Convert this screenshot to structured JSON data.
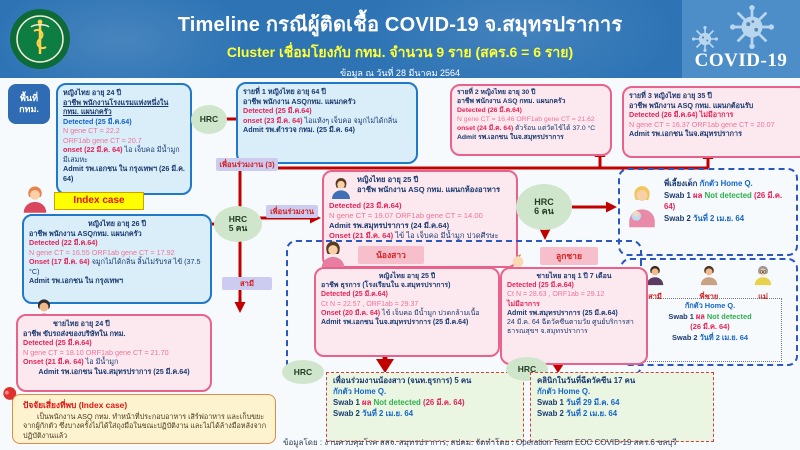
{
  "header": {
    "title": "Timeline กรณีผู้ติดเชื้อ COVID-19 จ.สมุทรปราการ",
    "subtitle": "Cluster เชื่อมโยงกับ กทม. จำนวน 9 ราย (สคร.6 = 6 ราย)",
    "dateline": "ข้อมูล ณ วันที่ 28 มีนาคม 2564",
    "covid_label": "COVID-19"
  },
  "area_badge": {
    "text": "พื้นที่ กทม."
  },
  "labels": {
    "index_case": "Index case",
    "coworkers_3": "เพื่อนร่วมงาน (3)",
    "coworkers": "เพื่อนร่วมงาน",
    "husband": "สามี",
    "sister": "น้องสาว",
    "son": "ลูกชาย",
    "hrc": "HRC",
    "hrc5": "5 คน",
    "hrc6": "6 คน"
  },
  "cases": {
    "hotel_worker": {
      "title": "หญิงไทย อายุ 24 ปี",
      "occupation": "อาชีพ พนักงานโรงแรมแห่งหนึ่งใน กทม. แผนกครัว",
      "detected": "Detected (25 มี.ค.64)",
      "ct1": "N gene CT = 22.2",
      "ct2": "ORF1ab gene CT = 20.7",
      "onset": "onset (22 มี.ค. 64)",
      "symptoms": "ไอ เจ็บคอ มีน้ำมูก มีเสมหะ",
      "admit": "Admit รพ.เอกชน ใน กรุงเทพฯ (26 มี.ค. 64)"
    },
    "case1": {
      "title": "รายที่ 1 หญิงไทย อายุ 64 ปี",
      "occupation": "อาชีพ พนักงาน ASQกทม. แผนกครัว",
      "detected": "Detected (25 มี.ค.64)",
      "onset": "onset (23 มี.ค. 64)",
      "symptoms": "ไอแห้งๆ เจ็บคอ จมูกไม่ได้กลิ่น",
      "admit": "Admit รพ.ตำรวจ กทม. (25 มี.ค. 64)"
    },
    "case2": {
      "title": "รายที่ 2 หญิงไทย อายุ 30 ปี",
      "occupation": "อาชีพ พนักงาน ASQ กทม. แผนกครัว",
      "detected": "Detected (26 มี.ค.64)",
      "ct": "N gene CT = 16.46  ORF1ab gene CT = 21.62",
      "onset": "onset (24 มี.ค. 64)",
      "symptoms": "ตัวร้อน แต่วัดไข้ได้ 37.0 °C",
      "admit": "Admit รพ.เอกชน ในจ.สมุทรปราการ"
    },
    "case3": {
      "title": "รายที่ 3 หญิงไทย อายุ 35 ปี",
      "occupation": "อาชีพ พนักงาน ASQ กทม. แผนกต้อนรับ",
      "detected": "Detected (26 มี.ค.64)",
      "no_symptom": "ไม่มีอาการ",
      "ct": "N gene CT = 16.37  ORF1ab gene CT = 20.07",
      "admit": "Admit รพ.เอกชน ในจ.สมุทรปราการ"
    },
    "restaurant_worker": {
      "title": "หญิงไทย อายุ 25 ปี",
      "occupation": "อาชีพ พนักงาน ASQ กทม. แผนกห้องอาหาร",
      "detected": "Detected (23 มี.ค.64)",
      "ct": "N gene CT = 19.07  ORF1ab gene CT = 14.00",
      "admit": "Admit รพ.สมุทรปราการ (24 มี.ค.64)",
      "onset": "Onset (21 มี.ค. 64)",
      "symptoms": "ไข้ ไอ เจ็บคอ มีน้ำมูก ปวดศีรษะ"
    },
    "index": {
      "title": "หญิงไทย อายุ 26 ปี",
      "occupation": "อาชีพ พนักงาน ASQกทม. แผนกครัว",
      "detected": "Detected (22 มี.ค.64)",
      "ct": "N gene CT = 16.55 ORF1ab gene CT = 17.92",
      "onset": "Onset (17 มี.ค. 64)",
      "symptoms": "จมูกไม่ได้กลิ่น ลิ้นไม่รับรส ไข้ (37.5 °C)",
      "admit": "Admit รพ.เอกชน ใน กรุงเทพฯ"
    },
    "driver": {
      "title": "ชายไทย อายุ 24 ปี",
      "occupation": "อาชีพ ขับรถส่งของบริษัทใน กทม.",
      "detected": "Detected (25 มี.ค.64)",
      "ct": "N gene CT = 18.10 ORF1ab gene CT = 21.70",
      "onset": "Onset (21 มี.ค. 64)",
      "symptoms": "ไอ มีน้ำมูก",
      "admit": "Admit รพ.เอกชน ในจ.สมุทรปราการ (25 มี.ค.64)"
    },
    "sister": {
      "title": "หญิงไทย อายุ 25 ปี",
      "occupation": "อาชีพ ธุรการ (โรงเรียนใน จ.สมุทรปราการ)",
      "detected": "Detected (25 มี.ค.64)",
      "ct": "Ct N = 22.57 , ORF1ab = 29.37",
      "onset": "Onset (20 มี.ค. 64)",
      "symptoms": "ไข้ เจ็บคอ มีน้ำมูก ปวดกล้ามเนื้อ",
      "admit": "Admit รพ.เอกชน ในจ.สมุทรปราการ (25 มี.ค.64)"
    },
    "son": {
      "title": "ชายไทย อายุ 1 ปี 7 เดือน",
      "detected": "Detected (25 มี.ค.64)",
      "ct": "Ct N = 28.63 , ORF1ab = 29.12",
      "no_symptom": "ไม่มีอาการ",
      "admit": "Admit รพ.สมุทรปราการ (25 มี.ค.64)",
      "vaccine": "24 มี.ค. 64 ฉีดวัคซีนตามวัย ศูนย์บริการสาธารณสุขฯ จ.สมุทรปราการ"
    }
  },
  "contacts": {
    "nanny": {
      "name": "พี่เลี้ยงเด็ก",
      "quarantine": "กักตัว Home Q.",
      "swab1_label": "Swab 1",
      "swab1_word": "ผล",
      "swab1_result": "Not detected",
      "swab1_date": "(26 มี.ค. 64)",
      "swab2_label": "Swab 2",
      "swab2_date": "วันที่ 2 เม.ย. 64"
    },
    "family": {
      "husband": "สามี",
      "brother": "พี่ชาย",
      "mother": "แม่",
      "quarantine": "กักตัว Home Q.",
      "swab1_label": "Swab 1",
      "swab1_word": "ผล",
      "swab1_result": "Not detected",
      "swab1_date": "(26 มี.ค. 64)",
      "swab2_label": "Swab 2",
      "swab2_date": "วันที่ 2 เม.ย. 64"
    },
    "sister_coworkers": {
      "title": "เพื่อนร่วมงานน้องสาว (จนท.ธุรการ) 5 คน",
      "quarantine": "กักตัว Home Q.",
      "swab1_label": "Swab 1",
      "swab1_word": "ผล",
      "swab1_result": "Not detected",
      "swab1_date": "(26 มี.ค. 64)",
      "swab2_label": "Swab 2",
      "swab2_date": "วันที่ 2 เม.ย. 64"
    },
    "clinic": {
      "title": "คลินิกในวันที่ฉีดวัคซีน 17 คน",
      "quarantine": "กักตัว Home Q.",
      "swab1_label": "Swab 1",
      "swab1_date": "วันที่ 29 มี.ค. 64",
      "swab2_label": "Swab 2",
      "swab2_date": "วันที่ 2 เม.ย. 64"
    }
  },
  "note": {
    "title": "ปัจจัยเสี่ยงที่พบ (Index case)",
    "body": "เป็นพนักงาน ASQ กทม. ทำหน้าที่ประกอบอาหาร เสิร์ฟอาหาร และเก็บขยะจากผู้กักตัว ซึ่งบางครั้งไม่ได้ใส่ถุงมือในขณะปฏิบัติงาน และไม่ได้ล้างมือหลังจากปฏิบัติงานแล้ว"
  },
  "footer": "ข้อมูลโดย : งานควบคุมโรค สสจ. สมุทรปราการ, สปคม. จัดทำโดย : Operation Team EOC COVID-19 สคร.6 ชลบุรี",
  "colors": {
    "header_bg": "#2e74b5",
    "covid_panel": "#4d8ec9",
    "arrow_red": "#c10000",
    "box_blue_border": "#1f78c8",
    "box_pink_border": "#e8638c",
    "hrc_green": "#cfe6cd",
    "label_purple": "#ccccf0",
    "index_yellow": "#ffff00",
    "result_green_bg": "#eaf6e2",
    "note_bg": "#fdf3cf",
    "highlight_yellow_text": "#ffff33"
  }
}
